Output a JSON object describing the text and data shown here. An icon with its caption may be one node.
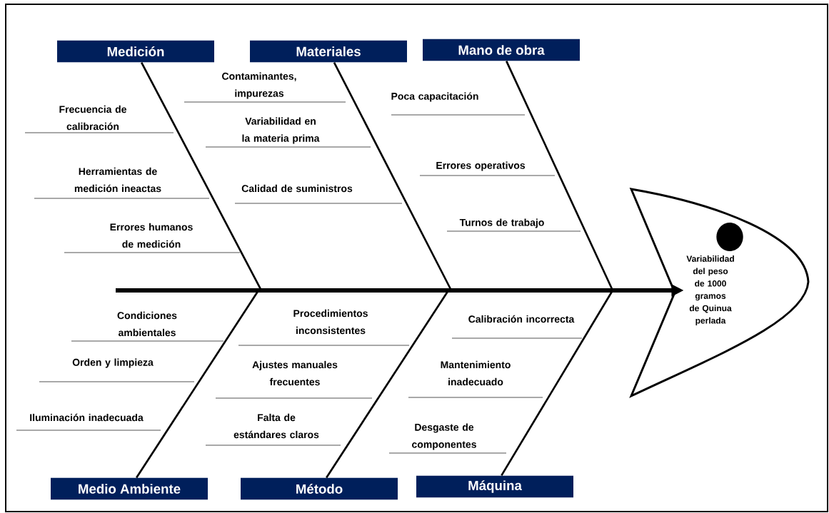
{
  "diagram": {
    "nodes": [
      {
        "text": [
          "Medición"
        ]
      },
      {
        "text": [
          "Materiales"
        ]
      },
      {
        "text": [
          "Mano de obra"
        ]
      },
      {
        "text": [
          "Frecuencia de calibración"
        ]
      },
      {
        "text": [
          "Herramientas de medición ineactas"
        ]
      },
      {
        "text": [
          "Errores humanos de medición"
        ]
      },
      {
        "text": [
          "Contaminantes, impurezas"
        ]
      },
      {
        "text": [
          "Variabilidad en la materia prima"
        ]
      },
      {
        "text": [
          "Calidad de suministros"
        ]
      },
      {
        "text": [
          "Poca capacitación"
        ]
      },
      {
        "text": [
          "Errores operativos"
        ]
      },
      {
        "text": [
          "Turnos de trabajo"
        ]
      },
      {
        "text": [
          "Medio Ambiente"
        ]
      },
      {
        "text": [
          "Método"
        ]
      },
      {
        "text": [
          "Máquina"
        ]
      },
      {
        "text": [
          "Condiciones ambientales"
        ]
      },
      {
        "text": [
          "Orden y limpieza"
        ]
      },
      {
        "text": [
          "Iluminación inadecuada"
        ]
      },
      {
        "text": [
          "Procedimientos inconsistentes"
        ]
      },
      {
        "text": [
          "Ajustes manuales frecuentes"
        ]
      },
      {
        "text": [
          "Falta de estándares claros"
        ]
      },
      {
        "text": [
          "Calibración incorrecta"
        ]
      },
      {
        "text": [
          "Mantenimiento inadecuado"
        ]
      },
      {
        "text": [
          "Desgaste de componentes"
        ]
      },
      {
        "text": [
          "Variabilidad del peso de 1000 gramos de Quinua perlada"
        ]
      }
    ],
    "edges": [
      {
        "from": null,
        "to": 24,
        "arrow": "to",
        "style": "thick"
      },
      {
        "from": 0,
        "to": null,
        "arrow": "none"
      },
      {
        "from": 1,
        "to": null,
        "arrow": "none"
      },
      {
        "from": 2,
        "to": null,
        "arrow": "none"
      },
      {
        "from": 12,
        "to": null,
        "arrow": "none"
      },
      {
        "from": 13,
        "to": null,
        "arrow": "none"
      },
      {
        "from": 14,
        "to": null,
        "arrow": "none"
      }
    ]
  }
}
